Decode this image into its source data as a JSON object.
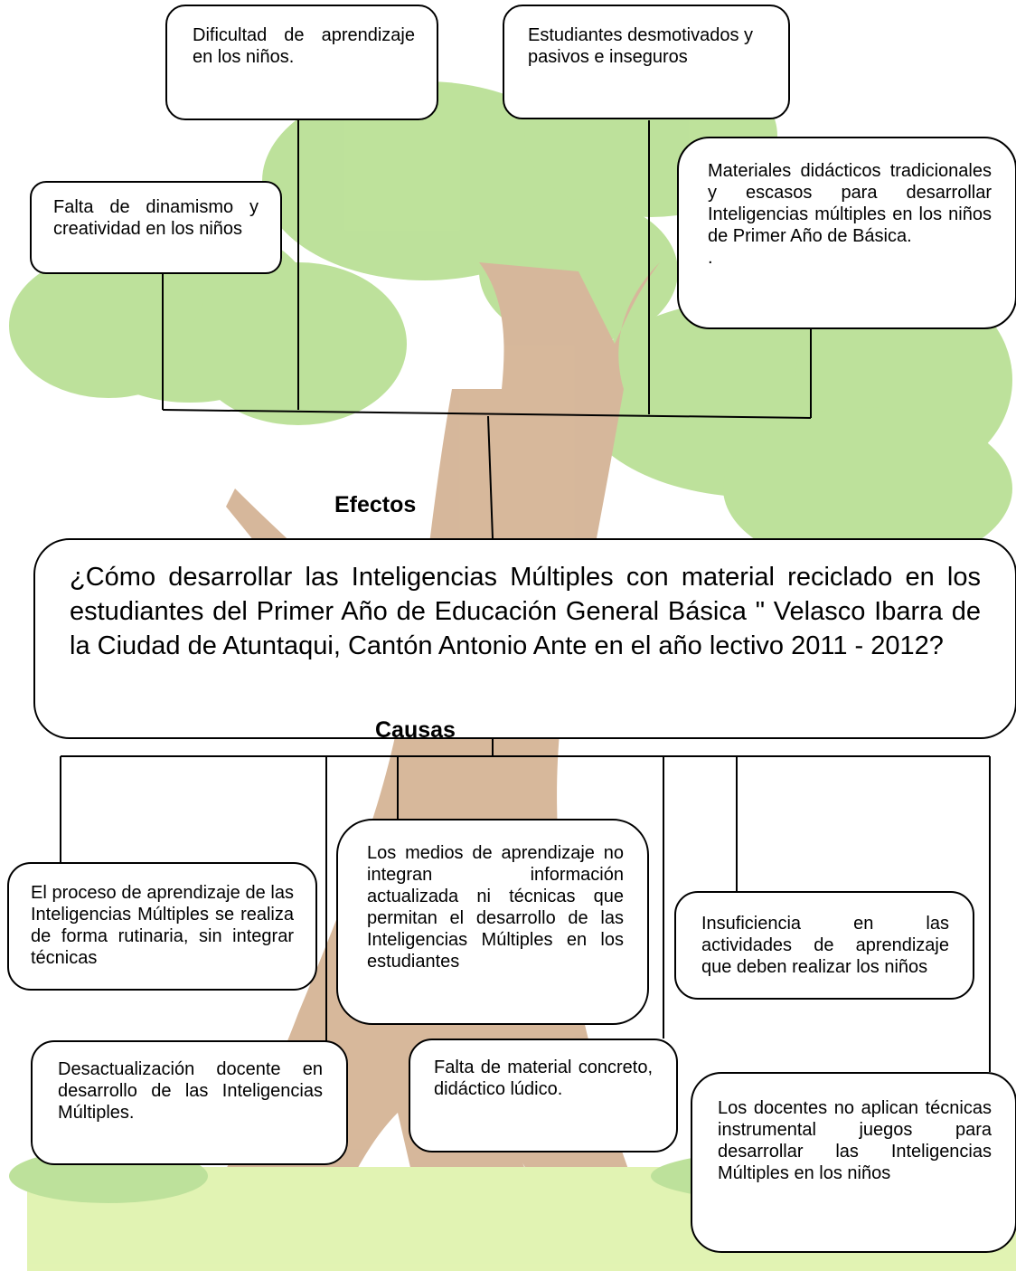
{
  "effects": {
    "heading": "Efectos",
    "items": [
      "Dificultad de aprendizaje en los niños.",
      "Estudiantes desmotivados y pasivos e inseguros",
      "Falta de dinamismo y creatividad en los niños",
      "Materiales didácticos tradicionales y escasos para desarrollar Inteligencias múltiples en los niños de Primer Año de Básica.",
      "."
    ]
  },
  "problem": {
    "question": "¿Cómo desarrollar las Inteligencias Múltiples con material reciclado  en  los estudiantes del Primer Año de Educación General  Básica \" Velasco Ibarra de la Ciudad de Atuntaqui, Cantón Antonio Ante en el año lectivo 2011 - 2012?"
  },
  "causes": {
    "heading": "Causas",
    "items": [
      "El proceso de aprendizaje de las Inteligencias Múltiples se realiza de forma rutinaria, sin integrar técnicas",
      "Los medios de aprendizaje no integran información actualizada ni técnicas que permitan el desarrollo de las Inteligencias Múltiples en los estudiantes",
      "Insuficiencia en las actividades de aprendizaje que deben realizar los niños",
      "Desactualización docente en desarrollo de las Inteligencias Múltiples.",
      "Falta de material concreto, didáctico lúdico.",
      "Los docentes no aplican técnicas instrumental juegos para desarrollar las Inteligencias Múltiples en los niños"
    ]
  },
  "colors": {
    "foliage": "#a8d87a",
    "trunk": "#c9a07a",
    "grass": "#d8ef9a",
    "line": "#000000"
  }
}
